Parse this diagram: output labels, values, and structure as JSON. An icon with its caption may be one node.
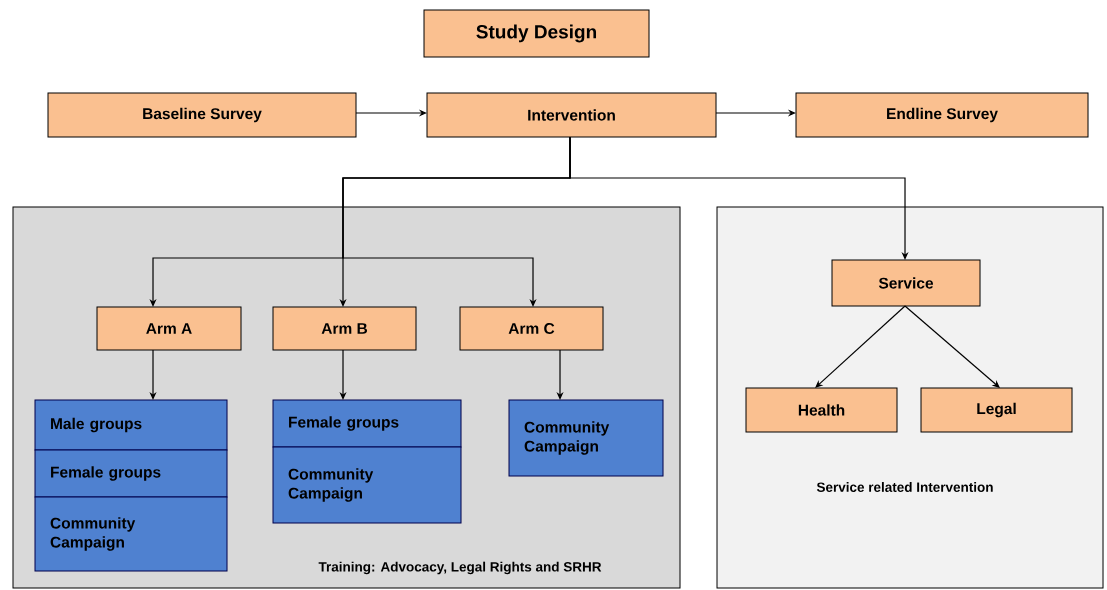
{
  "diagram": {
    "nodes": [
      {
        "text": [
          "Study Design"
        ]
      },
      {
        "text": [
          "Baseline Survey"
        ]
      },
      {
        "text": [
          "Intervention"
        ]
      },
      {
        "text": [
          "Endline Survey"
        ]
      },
      {
        "text": [
          "Training: Advocacy, Legal Rights and SRHR"
        ]
      },
      {
        "text": [
          "Arm A"
        ],
        "in": 4
      },
      {
        "text": [
          "Arm B"
        ],
        "in": 4
      },
      {
        "text": [
          "Arm C"
        ],
        "in": 4
      },
      {
        "text": [
          "Male groups"
        ],
        "in": 4
      },
      {
        "text": [
          "Female groups"
        ],
        "in": 4
      },
      {
        "text": [
          "Community Campaign"
        ],
        "in": 4
      },
      {
        "text": [
          "Female groups"
        ],
        "in": 4
      },
      {
        "text": [
          "Community Campaign"
        ],
        "in": 4
      },
      {
        "text": [
          "Community Campaign"
        ],
        "in": 4
      },
      {
        "text": [
          "Service related Intervention"
        ]
      },
      {
        "text": [
          "Service"
        ],
        "in": 14
      },
      {
        "text": [
          "Health"
        ],
        "in": 14
      },
      {
        "text": [
          "Legal"
        ],
        "in": 14
      }
    ],
    "edges": [
      {
        "from": 1,
        "to": 2,
        "arrow": "to"
      },
      {
        "from": 2,
        "to": 3,
        "arrow": "to"
      },
      {
        "from": 2,
        "to": 5,
        "arrow": "to"
      },
      {
        "from": 2,
        "to": 6,
        "arrow": "to"
      },
      {
        "from": 2,
        "to": 7,
        "arrow": "to"
      },
      {
        "from": 2,
        "to": 15,
        "arrow": "to"
      },
      {
        "from": 5,
        "to": 8,
        "arrow": "to"
      },
      {
        "from": 6,
        "to": 11,
        "arrow": "to"
      },
      {
        "from": 7,
        "to": 13,
        "arrow": "to"
      },
      {
        "from": 15,
        "to": 16,
        "arrow": "to"
      },
      {
        "from": 15,
        "to": 17,
        "arrow": "to"
      }
    ]
  }
}
